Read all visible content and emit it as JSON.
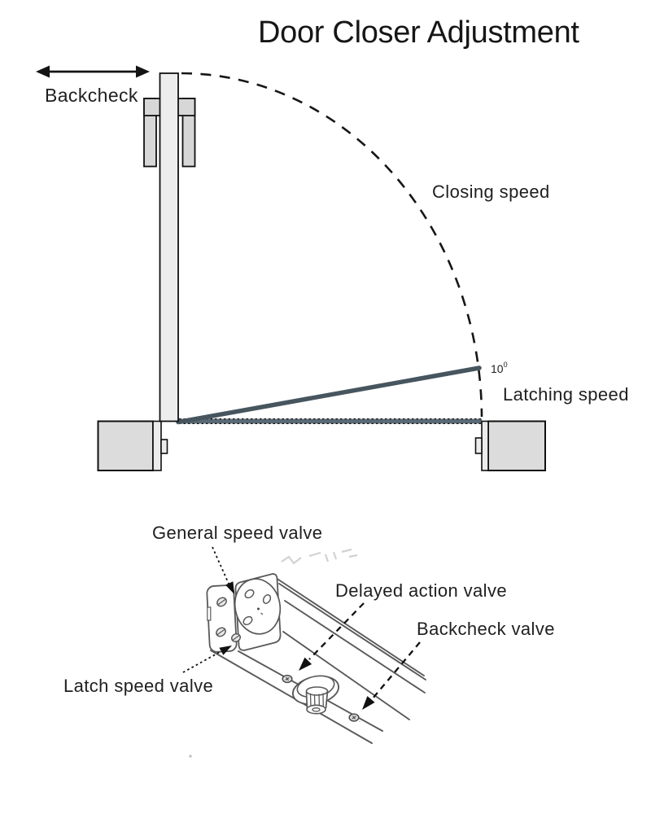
{
  "title": "Door Closer Adjustment",
  "top_diagram": {
    "backcheck_label": "Backcheck",
    "closing_speed_label": "Closing speed",
    "angle_base": "10",
    "angle_sup": "0",
    "latching_speed_label": "Latching speed"
  },
  "valve_diagram": {
    "general_speed_valve_label": "General speed valve",
    "delayed_action_valve_label": "Delayed action valve",
    "backcheck_valve_label": "Backcheck valve",
    "latch_speed_valve_label": "Latch speed valve"
  },
  "colors": {
    "ink": "#1c1c1c",
    "door_fill": "#ededed",
    "bracket_fill": "#d7d7d7",
    "frame_fill": "#dcdcdc",
    "frame_strip_fill": "#ececec",
    "slate_accent": "#47555f",
    "slate_bar_fill": "#5a6a75",
    "sketch_stroke": "#595959"
  }
}
